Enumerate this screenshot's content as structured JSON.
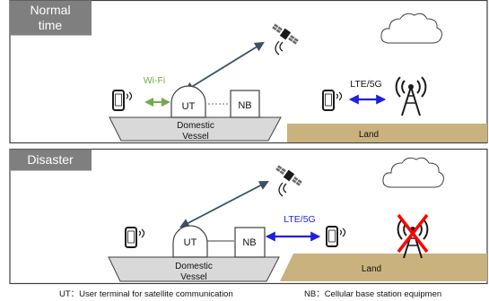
{
  "colors": {
    "panel_header": "#7f7f7f",
    "vessel_gray": "#d9d9d9",
    "land_tan": "#c9b27e",
    "wifi_green": "#70ad47",
    "lte_blue": "#1f1fe0",
    "sat_link": "#3b4f66",
    "disabled_x": "#ff0000"
  },
  "normal": {
    "label_line1": "Normal",
    "label_line2": "time",
    "wifi_label": "Wi-Fi",
    "ut_label": "UT",
    "nb_label": "NB",
    "vessel_line1": "Domestic",
    "vessel_line2": "Vessel",
    "lte_label": "LTE/5G",
    "land_label": "Land"
  },
  "disaster": {
    "label": "Disaster",
    "ut_label": "UT",
    "nb_label": "NB",
    "vessel_line1": "Domestic",
    "vessel_line2": "Vessel",
    "lte_label": "LTE/5G",
    "land_label": "Land"
  },
  "footer": {
    "ut_def": "UT：User terminal for satellite communication",
    "nb_def": "NB：Cellular base station equipmen"
  },
  "icons": [
    "satellite-icon",
    "cloud-icon",
    "smartphone-icon",
    "cell-tower-icon",
    "disabled-x-icon"
  ]
}
